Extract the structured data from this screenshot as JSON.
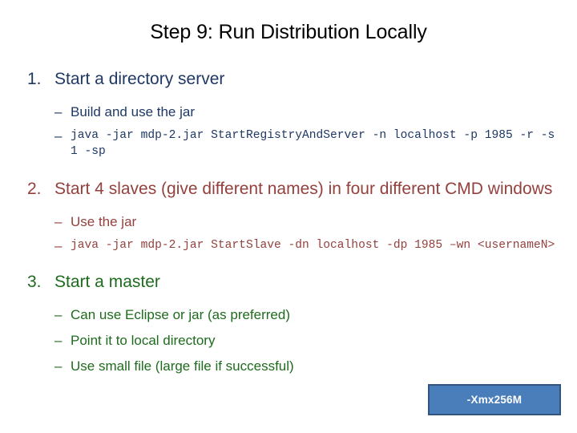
{
  "slide": {
    "title": "Step 9: Run Distribution Locally",
    "items": [
      {
        "number": "1.",
        "text": "Start a directory server",
        "color": "#1F3864",
        "sub": [
          {
            "dash": "–",
            "text": "Build and use the jar",
            "kind": "prose"
          },
          {
            "dash": "–",
            "text": "java -jar mdp-2.jar StartRegistryAndServer -n localhost -p 1985 -r -s 1 -sp",
            "kind": "code"
          }
        ]
      },
      {
        "number": "2.",
        "text": "Start 4 slaves (give different names) in four different CMD windows",
        "color": "#94413E",
        "sub": [
          {
            "dash": "–",
            "text": "Use the jar",
            "kind": "prose"
          },
          {
            "dash": "–",
            "text": "java -jar mdp-2.jar StartSlave -dn localhost -dp 1985 –wn <usernameN>",
            "kind": "code"
          }
        ]
      },
      {
        "number": "3.",
        "text": "Start a master",
        "color": "#1E6B1E",
        "sub": [
          {
            "dash": "–",
            "text": "Can use Eclipse or jar (as preferred)",
            "kind": "prose"
          },
          {
            "dash": "–",
            "text": "Point it to local directory",
            "kind": "prose"
          },
          {
            "dash": "–",
            "text": "Use small file (large file if successful)",
            "kind": "prose"
          }
        ]
      }
    ],
    "callout": {
      "label": "-Xmx256M",
      "fill": "#4A7EBB",
      "border": "#31557F",
      "text_color": "#FFFFFF"
    }
  }
}
